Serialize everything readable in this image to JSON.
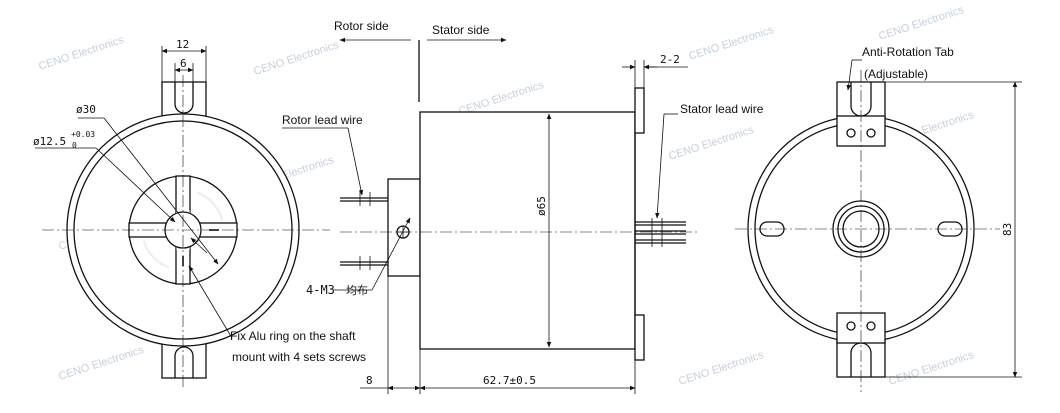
{
  "labels": {
    "rotor_side": "Rotor side",
    "stator_side": "Stator side",
    "rotor_lead_wire": "Rotor lead wire",
    "stator_lead_wire": "Stator lead wire",
    "anti_rotation_tab": "Anti-Rotation Tab",
    "adjustable": "(Adjustable)",
    "fix_alu_ring": "Fix Alu ring on the shaft",
    "mount_screws": "mount with 4 sets screws",
    "m3": "4-M3",
    "m3_cn": "均布"
  },
  "dimensions": {
    "width_12": "12",
    "width_6": "6",
    "dia_30": "ø30",
    "dia_12_5": "ø12.5",
    "tol_plus": "+0.03",
    "tol_zero": "0",
    "dia_65": "ø65",
    "thick_2_2": "2-2",
    "len_8": "8",
    "len_62_7": "62.7±0.5",
    "height_83": "83"
  },
  "watermark": "CENO Electronics",
  "colors": {
    "line": "#111111",
    "watermark": "#c6d0dc",
    "background": "#ffffff"
  }
}
